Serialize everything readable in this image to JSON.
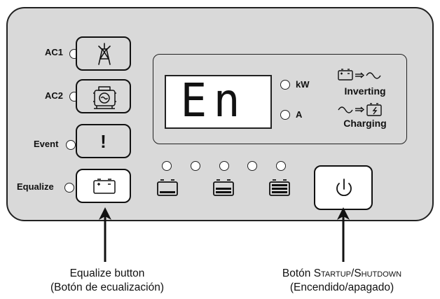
{
  "panel": {
    "side_leds": [
      {
        "label": "AC1"
      },
      {
        "label": "AC2"
      },
      {
        "label": "Event"
      },
      {
        "label": "Equalize"
      }
    ],
    "event_symbol": "!",
    "display": {
      "lcd_text": "En",
      "led_kw": "kW",
      "led_a": "A",
      "mode_inverting": "Inverting",
      "mode_charging": "Charging"
    }
  },
  "captions": {
    "equalize_line1": "Equalize button",
    "equalize_line2": "(Botón de ecualización)",
    "power_prefix": "Botón ",
    "power_startup": "Startup",
    "power_sep": "/",
    "power_shutdown": "Shutdown",
    "power_line2": "(Encendido/apagado)"
  }
}
